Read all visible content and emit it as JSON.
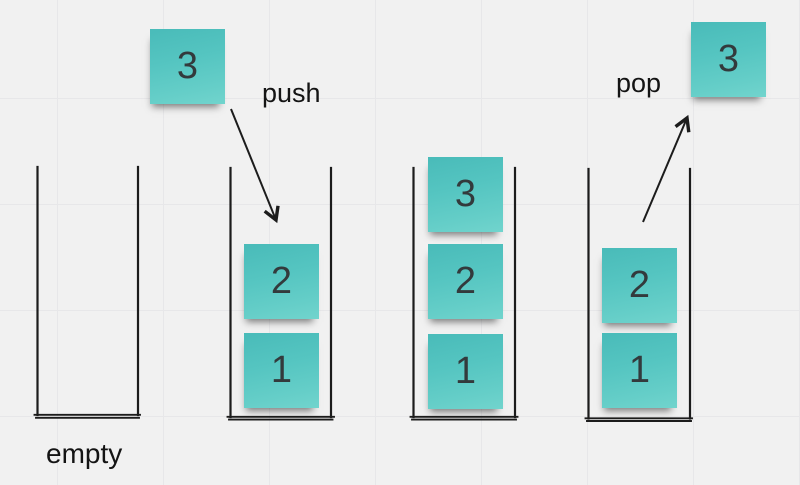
{
  "canvas": {
    "background_color": "#f1f1f1",
    "grid_color": "#e7e7e9"
  },
  "diagram": {
    "operation_labels": {
      "push": "push",
      "pop": "pop"
    },
    "caption_empty": "empty",
    "floating_notes": [
      {
        "name": "note-being-pushed",
        "label": "3"
      },
      {
        "name": "note-popped",
        "label": "3"
      }
    ],
    "stacks": [
      {
        "name": "empty-stack",
        "items": []
      },
      {
        "name": "stack-before-push",
        "items": [
          "1",
          "2"
        ]
      },
      {
        "name": "stack-after-push",
        "items": [
          "1",
          "2",
          "3"
        ]
      },
      {
        "name": "stack-after-pop",
        "items": [
          "1",
          "2"
        ]
      }
    ],
    "colors": {
      "note": "#55c5c1",
      "line": "#1c1c1c",
      "text": "#141414",
      "digit": "#333a3c"
    }
  }
}
